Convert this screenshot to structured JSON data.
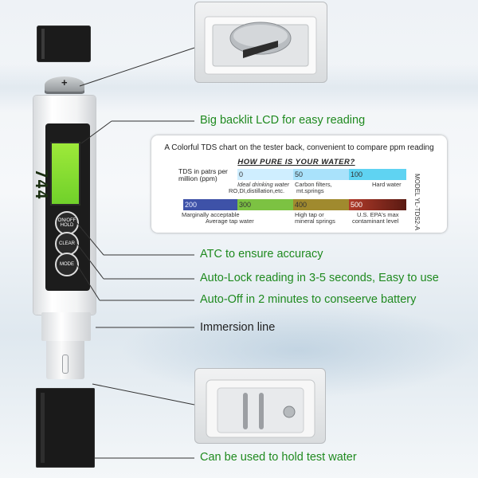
{
  "device": {
    "battery_symbol": "+",
    "lcd_reading": "744",
    "buttons": [
      "ON/OFF HOLD",
      "CLEAR",
      "MODE"
    ]
  },
  "annotations": [
    {
      "id": "lcd",
      "text": "Big backlit LCD for easy reading"
    },
    {
      "id": "atc",
      "text": "ATC to ensure accuracy"
    },
    {
      "id": "autolock",
      "text": "Auto-Lock reading in 3-5 seconds, Easy to use"
    },
    {
      "id": "autooff",
      "text": "Auto-Off in 2 minutes to conseerve battery"
    },
    {
      "id": "immersion",
      "text": "Immersion line"
    },
    {
      "id": "hold",
      "text": "Can be used to hold test water"
    }
  ],
  "chart": {
    "title": "A Colorful TDS chart on the tester back, convenient to compare ppm reading",
    "question": "HOW PURE IS YOUR WATER?",
    "row_label": "TDS in patrs per million (ppm)",
    "model": "MODEL YL-TDS2-A",
    "row1": [
      {
        "value": "0",
        "color": "#cfeeff"
      },
      {
        "value": "50",
        "color": "#a9e2fb"
      },
      {
        "value": "100",
        "color": "#5fd3f2"
      }
    ],
    "row1_notes": [
      "Ideal drinking water",
      "RO,DI,distillation,etc.",
      "Carbon filters,",
      "mt.springs",
      "Hard water"
    ],
    "row2": [
      {
        "value": "200",
        "color": "#3e52a8"
      },
      {
        "value": "300",
        "color": "#7cc242"
      },
      {
        "value": "400",
        "color": "#a08a2e"
      },
      {
        "value": "500",
        "color": "#b03a2a"
      }
    ],
    "row2_notes": [
      "Marginally acceptable",
      "Average tap water",
      "High tap or",
      "mineral springs",
      "U.S. EPA's max",
      "contaminant level"
    ]
  },
  "colors": {
    "label_green": "#1f8a1f",
    "lcd_green": "#8fe03a"
  }
}
